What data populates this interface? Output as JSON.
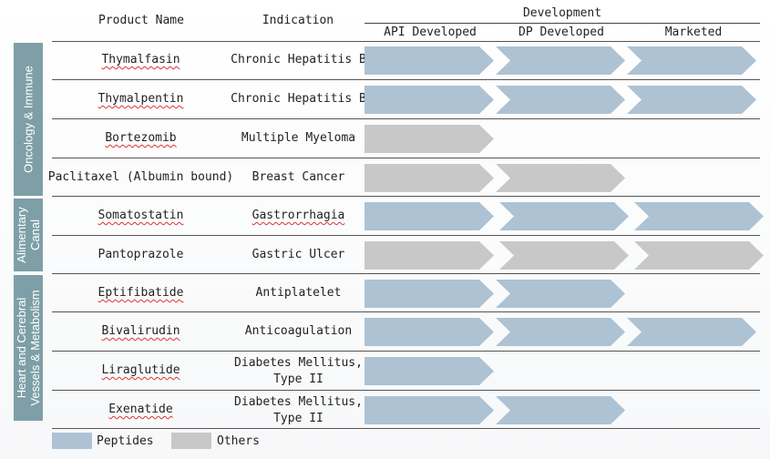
{
  "header": {
    "product_name": "Product Name",
    "indication": "Indication",
    "development": "Development",
    "stages": [
      "API Developed",
      "DP Developed",
      "Marketed"
    ]
  },
  "groups": [
    {
      "label": "Oncology & Immune"
    },
    {
      "label": "Alimentary Canal"
    },
    {
      "label": "Heart and Cerebral Vessels & Metabolism"
    }
  ],
  "rows": [
    {
      "product": "Thymalfasin",
      "indication": "Chronic Hepatitis B",
      "type": "Peptides",
      "stages_completed": 3
    },
    {
      "product": "Thymalpentin",
      "indication": "Chronic Hepatitis B",
      "type": "Peptides",
      "stages_completed": 3
    },
    {
      "product": "Bortezomib",
      "indication": "Multiple Myeloma",
      "type": "Others",
      "stages_completed": 1
    },
    {
      "product": "Paclitaxel (Albumin bound)",
      "indication": "Breast Cancer",
      "type": "Others",
      "stages_completed": 2
    },
    {
      "product": "Somatostatin",
      "indication": "Gastrorrhagia",
      "type": "Peptides",
      "stages_completed": 3
    },
    {
      "product": "Pantoprazole",
      "indication": "Gastric Ulcer",
      "type": "Others",
      "stages_completed": 3
    },
    {
      "product": "Eptifibatide",
      "indication": "Antiplatelet",
      "type": "Peptides",
      "stages_completed": 2
    },
    {
      "product": "Bivalirudin",
      "indication": "Anticoagulation",
      "type": "Peptides",
      "stages_completed": 3
    },
    {
      "product": "Liraglutide",
      "indication": "Diabetes Mellitus,\nType II",
      "type": "Peptides",
      "stages_completed": 1
    },
    {
      "product": "Exenatide",
      "indication": "Diabetes Mellitus,\nType II",
      "type": "Peptides",
      "stages_completed": 2
    }
  ],
  "legend": [
    {
      "label": "Peptides",
      "color": "#adc2d3"
    },
    {
      "label": "Others",
      "color": "#c8c8c8"
    }
  ]
}
